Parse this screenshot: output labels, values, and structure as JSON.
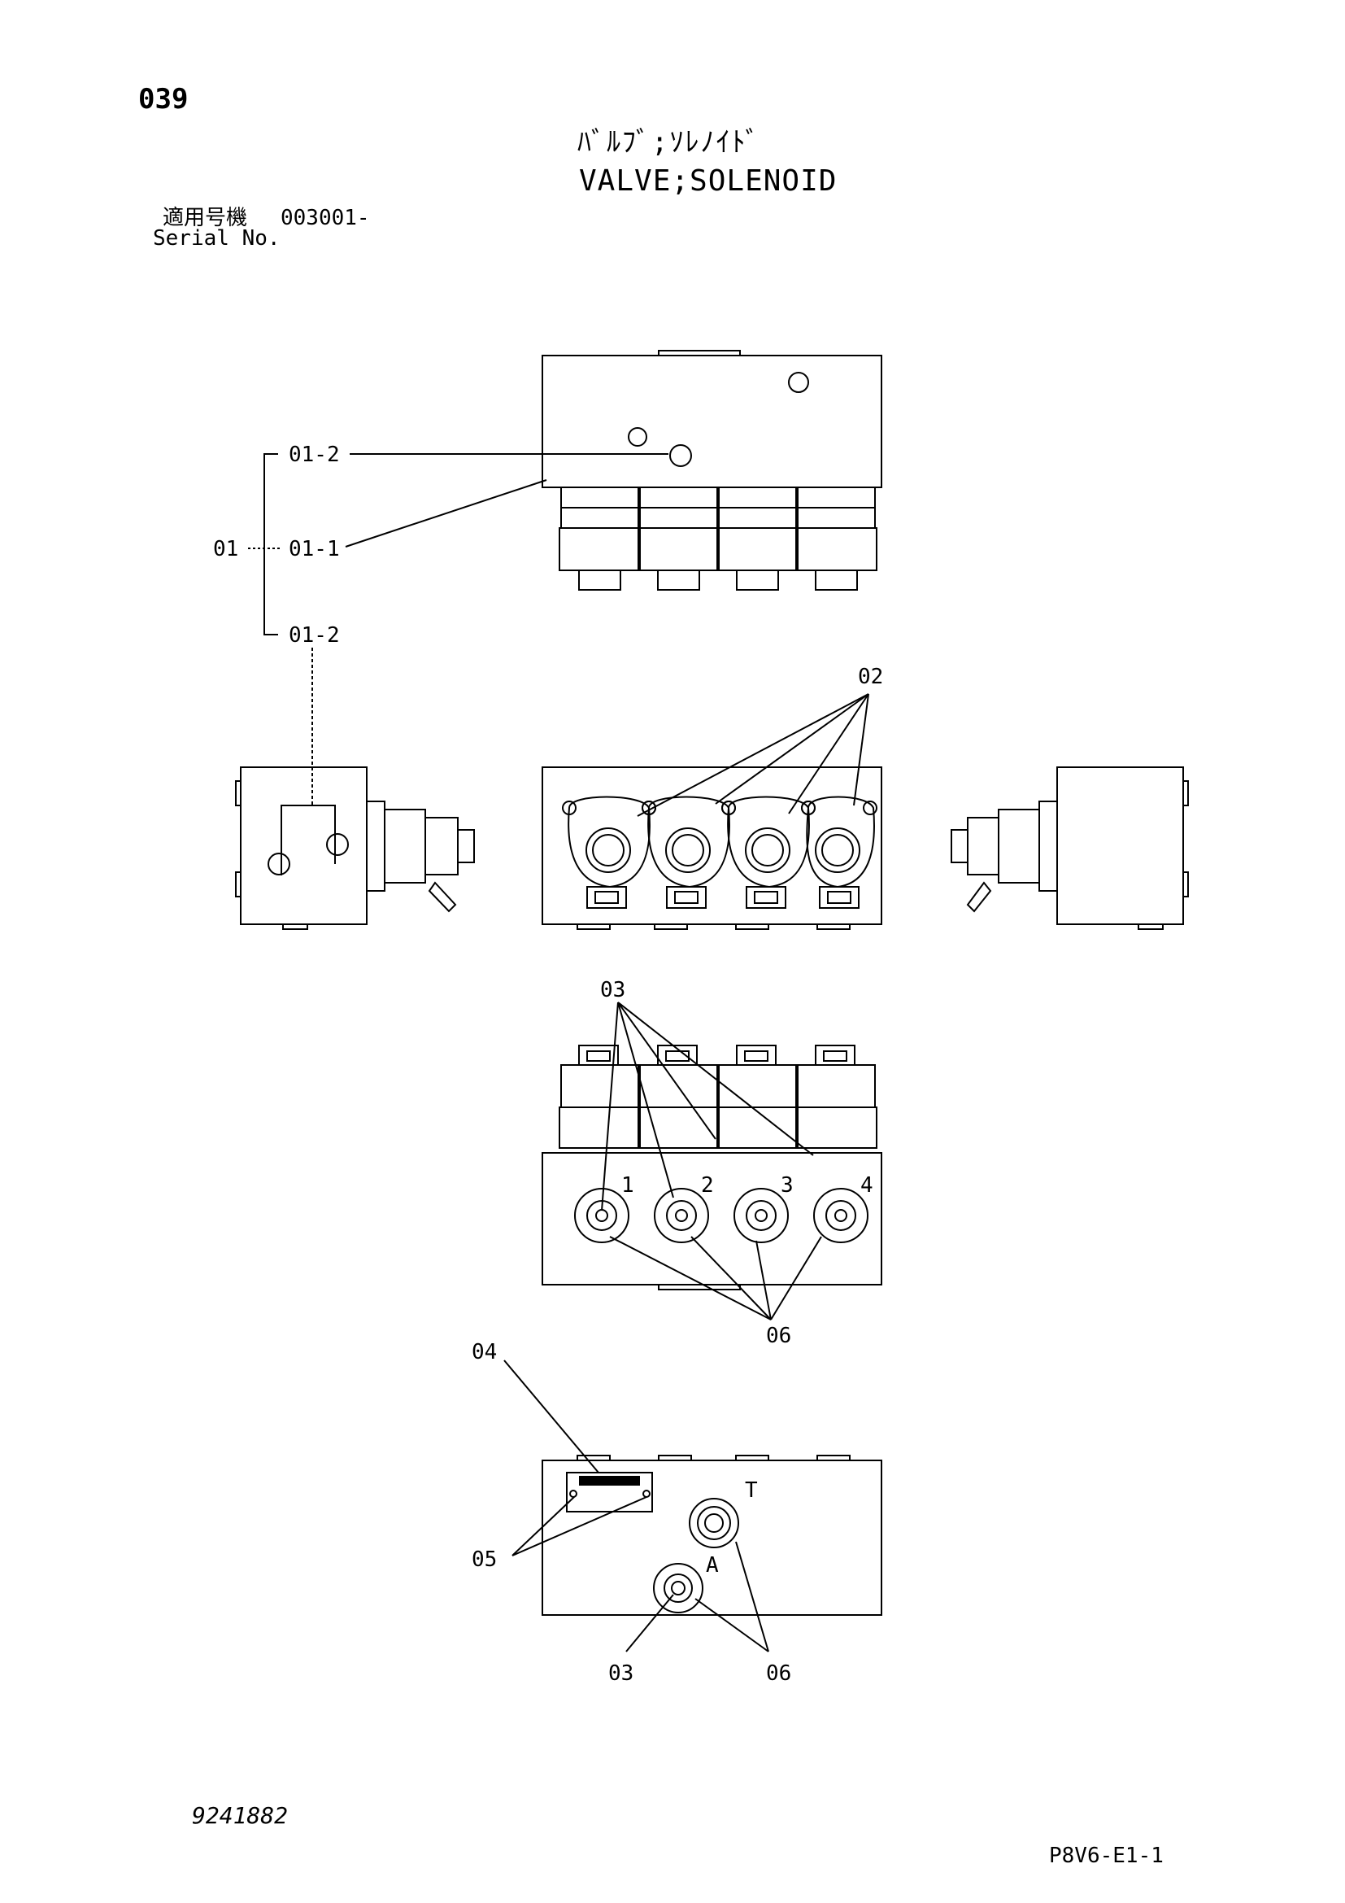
{
  "header": {
    "page_number": "039",
    "title_jp": "ﾊﾞﾙﾌﾞ;ｿﾚﾉｲﾄﾞ",
    "title_en": "VALVE;SOLENOID",
    "serial_label_jp": "適用号機",
    "serial_value": "003001-",
    "serial_label_en": "Serial No."
  },
  "callouts": {
    "c01": "01",
    "c01_1": "01-1",
    "c01_2_top": "01-2",
    "c01_2_bottom": "01-2",
    "c02": "02",
    "c03_upper": "03",
    "c03_lower": "03",
    "c04": "04",
    "c05": "05",
    "c06_upper": "06",
    "c06_lower": "06"
  },
  "port_labels": {
    "p1": "1",
    "p2": "2",
    "p3": "3",
    "p4": "4",
    "pT": "T",
    "pA": "A"
  },
  "footer": {
    "doc_number": "9241882",
    "sheet_code": "P8V6-E1-1"
  }
}
